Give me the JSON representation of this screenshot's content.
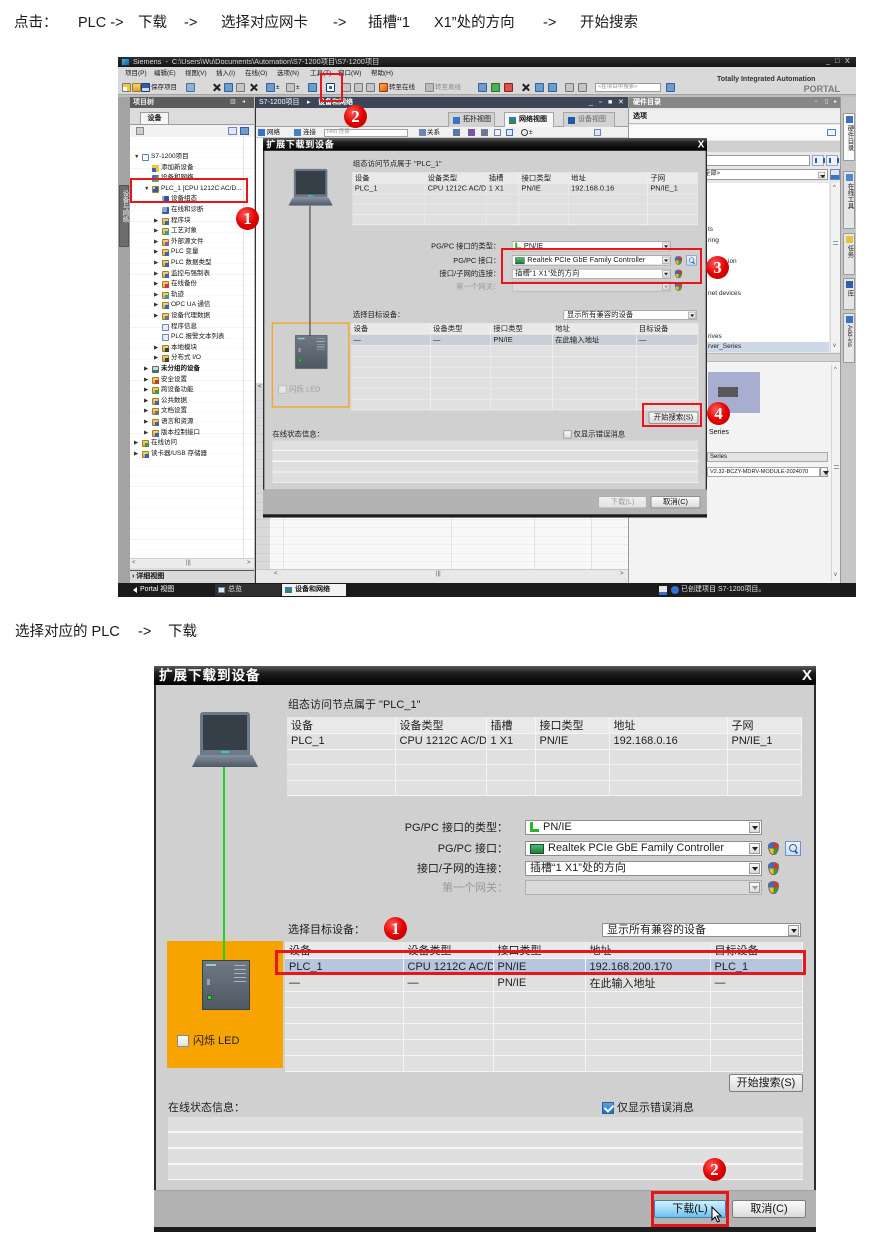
{
  "captions": {
    "step1": [
      "点击：",
      "PLC ->",
      "下载",
      "->",
      "选择对应网卡",
      "->",
      "插槽“1",
      "X1”处的方向",
      "->",
      "开始搜索"
    ],
    "step2": [
      "选择对应的 PLC",
      "->",
      "下载"
    ]
  },
  "s1": {
    "title_bar": {
      "title": "Siemens  -  C:\\Users\\Wu\\Documents\\Automation\\S7-1200项目\\S7-1200项目",
      "minimize": "_",
      "restore": "□",
      "close": "X"
    },
    "menu": [
      "项目(P)",
      "编辑(E)",
      "视图(V)",
      "插入(I)",
      "在线(O)",
      "选项(N)",
      "工具(T)",
      "窗口(W)",
      "帮助(H)"
    ],
    "toolbar": {
      "save_project": "保存项目",
      "undo_dropdown": "±",
      "redo_dropdown": "±",
      "go_online": "转至在线",
      "go_offline": "转至离线",
      "search_placeholder": "<在项目中搜索>"
    },
    "brand": {
      "line1": "Totally Integrated Automation",
      "line2": "PORTAL"
    },
    "left_sidebar_tab": "设备与网络",
    "project_tree": {
      "title": "项目树",
      "header_icons": [
        "▥",
        "◂"
      ],
      "tab": "设备",
      "items": [
        {
          "label": "S7-1200项目",
          "level": 0,
          "expander": "▼",
          "icon": "project-icon"
        },
        {
          "label": "添加新设备",
          "level": 1,
          "expander": "",
          "icon": "add-device-icon"
        },
        {
          "label": "设备和网络",
          "level": 1,
          "expander": "",
          "icon": "devices-networks-icon"
        },
        {
          "label": "PLC_1 [CPU 1212C AC/D...",
          "level": 1,
          "expander": "▼",
          "icon": "plc-icon"
        },
        {
          "label": "设备组态",
          "level": 2,
          "expander": "",
          "icon": "device-configuration-icon"
        },
        {
          "label": "在线和诊断",
          "level": 2,
          "expander": "",
          "icon": "online-diagnostics-icon"
        },
        {
          "label": "程序块",
          "level": 2,
          "expander": "▶",
          "icon": "folder-icon"
        },
        {
          "label": "工艺对象",
          "level": 2,
          "expander": "▶",
          "icon": "folder-icon"
        },
        {
          "label": "外部源文件",
          "level": 2,
          "expander": "▶",
          "icon": "folder-icon"
        },
        {
          "label": "PLC 变量",
          "level": 2,
          "expander": "▶",
          "icon": "folder-icon"
        },
        {
          "label": "PLC 数据类型",
          "level": 2,
          "expander": "▶",
          "icon": "folder-icon"
        },
        {
          "label": "监控与强制表",
          "level": 2,
          "expander": "▶",
          "icon": "folder-icon"
        },
        {
          "label": "在线备份",
          "level": 2,
          "expander": "▶",
          "icon": "folder-icon"
        },
        {
          "label": "轨迹",
          "level": 2,
          "expander": "▶",
          "icon": "folder-icon"
        },
        {
          "label": "OPC UA 通信",
          "level": 2,
          "expander": "▶",
          "icon": "folder-icon"
        },
        {
          "label": "设备代理数据",
          "level": 2,
          "expander": "▶",
          "icon": "folder-icon"
        },
        {
          "label": "程序信息",
          "level": 2,
          "expander": "",
          "icon": "program-info-icon"
        },
        {
          "label": "PLC 报警文本列表",
          "level": 2,
          "expander": "",
          "icon": "alarm-text-list-icon"
        },
        {
          "label": "本地模块",
          "level": 2,
          "expander": "▶",
          "icon": "folder-icon"
        },
        {
          "label": "分布式 I/O",
          "level": 2,
          "expander": "▶",
          "icon": "folder-icon"
        },
        {
          "label": "未分组的设备",
          "level": 1,
          "expander": "▶",
          "icon": "ungrouped-devices-icon",
          "bold": true
        },
        {
          "label": "安全设置",
          "level": 1,
          "expander": "▶",
          "icon": "folder-icon"
        },
        {
          "label": "跨设备功能",
          "level": 1,
          "expander": "▶",
          "icon": "folder-icon"
        },
        {
          "label": "公共数据",
          "level": 1,
          "expander": "▶",
          "icon": "folder-icon"
        },
        {
          "label": "文档设置",
          "level": 1,
          "expander": "▶",
          "icon": "folder-icon"
        },
        {
          "label": "语言和资源",
          "level": 1,
          "expander": "▶",
          "icon": "folder-icon"
        },
        {
          "label": "版本控制接口",
          "level": 1,
          "expander": "▶",
          "icon": "folder-icon"
        },
        {
          "label": "在线访问",
          "level": 0,
          "expander": "▶",
          "icon": "folder-icon"
        },
        {
          "label": "读卡器/USB 存储器",
          "level": 0,
          "expander": "▶",
          "icon": "folder-icon"
        }
      ],
      "scroll_left": "<",
      "scroll_thumb": "|||",
      "scroll_right": ">",
      "detail_view": "› 详细视图"
    },
    "editor": {
      "breadcrumb_root": "S7-1200项目",
      "breadcrumb_separator": "▸",
      "breadcrumb_current": "设备和网络",
      "window_controls": {
        "minimize": "_",
        "float": "▫",
        "maximize": "■",
        "close": "✕"
      },
      "tabs": [
        {
          "label": "拓扑视图",
          "active": false
        },
        {
          "label": "网络视图",
          "active": true
        },
        {
          "label": "设备视图",
          "active": false
        }
      ],
      "toolbar": {
        "network": "网络",
        "connections": "连接",
        "connection_type": "HMI 连接",
        "relations": "关系",
        "zoom": "±"
      },
      "scroll_left": "<",
      "scroll_thumb": "|||",
      "scroll_right": ">"
    },
    "hardware_catalog": {
      "title": "硬件目录",
      "header_controls": [
        "▫",
        "▯",
        "▸"
      ],
      "options": "选项",
      "filter": "<全部>",
      "list_items": [
        {
          "text": "ts"
        },
        {
          "text": "ring"
        },
        {
          "text": "ion"
        },
        {
          "text": "net devices"
        },
        {
          "text": "rives"
        },
        {
          "text": "rver_Series",
          "selected": true
        }
      ],
      "scroll_up": "^",
      "scroll_down": "v",
      "info": {
        "title": "Series",
        "name_field": "Series",
        "version": "V2.32-BCZY-MDRV-MODULE-2024070"
      }
    },
    "right_tabs": [
      "硬件目录",
      "在线工具",
      "任务",
      "库",
      "Add-ins"
    ],
    "statusbar": {
      "portal_view": "Portal 视图",
      "overview": "总览",
      "devices_networks": "设备和网络",
      "message": "已创建项目 S7-1200项目。"
    },
    "dialog": {
      "title": "扩展下载到设备",
      "close": "X",
      "config_caption": "组态访问节点属于 \"PLC_1\"",
      "config_columns": [
        "设备",
        "设备类型",
        "插槽",
        "接口类型",
        "地址",
        "子网"
      ],
      "config_rows": [
        [
          "PLC_1",
          "CPU 1212C AC/D...",
          "1 X1",
          "PN/IE",
          "192.168.0.16",
          "PN/IE_1"
        ]
      ],
      "pgpc_type_label": "PG/PC 接口的类型：",
      "pgpc_type_value": "PN/IE",
      "pgpc_interface_label": "PG/PC 接口：",
      "pgpc_interface_value": "Realtek PCIe GbE Family Controller",
      "subnet_connection_label": "接口/子网的连接：",
      "subnet_connection_value": "插槽“1 X1”处的方向",
      "gateway_label": "第一个网关：",
      "gateway_value": "",
      "target_label": "选择目标设备：",
      "target_filter": "显示所有兼容的设备",
      "target_columns": [
        "设备",
        "设备类型",
        "接口类型",
        "地址",
        "目标设备"
      ],
      "target_rows": [
        [
          "—",
          "—",
          "PN/IE",
          "在此输入地址",
          "—"
        ]
      ],
      "flash_led_label": "闪烁 LED",
      "flash_led_checked": false,
      "start_search": "开始搜索(S)",
      "online_status_label": "在线状态信息：",
      "errors_only_label": "仅显示错误消息",
      "errors_only_checked": false,
      "download": "下载(L)",
      "download_enabled": false,
      "cancel": "取消(C)",
      "connection_line_color": "#5a5a5a",
      "device_panel_color": "#f5a623"
    },
    "annotations": {
      "1": "1",
      "2": "2",
      "3": "3",
      "4": "4"
    }
  },
  "s2": {
    "dialog": {
      "title": "扩展下载到设备",
      "close": "X",
      "config_caption": "组态访问节点属于 \"PLC_1\"",
      "config_columns": [
        "设备",
        "设备类型",
        "插槽",
        "接口类型",
        "地址",
        "子网"
      ],
      "config_rows": [
        [
          "PLC_1",
          "CPU 1212C AC/D...",
          "1 X1",
          "PN/IE",
          "192.168.0.16",
          "PN/IE_1"
        ]
      ],
      "pgpc_type_label": "PG/PC 接口的类型：",
      "pgpc_type_value": "PN/IE",
      "pgpc_interface_label": "PG/PC 接口：",
      "pgpc_interface_value": "Realtek PCIe GbE Family Controller",
      "subnet_connection_label": "接口/子网的连接：",
      "subnet_connection_value": "插槽“1 X1”处的方向",
      "gateway_label": "第一个网关：",
      "gateway_value": "",
      "target_label": "选择目标设备：",
      "target_filter": "显示所有兼容的设备",
      "target_columns": [
        "设备",
        "设备类型",
        "接口类型",
        "地址",
        "目标设备"
      ],
      "target_rows": [
        [
          "PLC_1",
          "CPU 1212C AC/D...",
          "PN/IE",
          "192.168.200.170",
          "PLC_1"
        ],
        [
          "—",
          "—",
          "PN/IE",
          "在此输入地址",
          "—"
        ]
      ],
      "flash_led_label": "闪烁 LED",
      "flash_led_checked": false,
      "start_search": "开始搜索(S)",
      "online_status_label": "在线状态信息：",
      "errors_only_label": "仅显示错误消息",
      "errors_only_checked": true,
      "download": "下载(L)",
      "download_enabled": true,
      "cancel": "取消(C)",
      "connection_line_color": "#1ed41e",
      "device_panel_color": "#f7a400"
    },
    "annotations": {
      "1": "1",
      "2": "2"
    }
  }
}
